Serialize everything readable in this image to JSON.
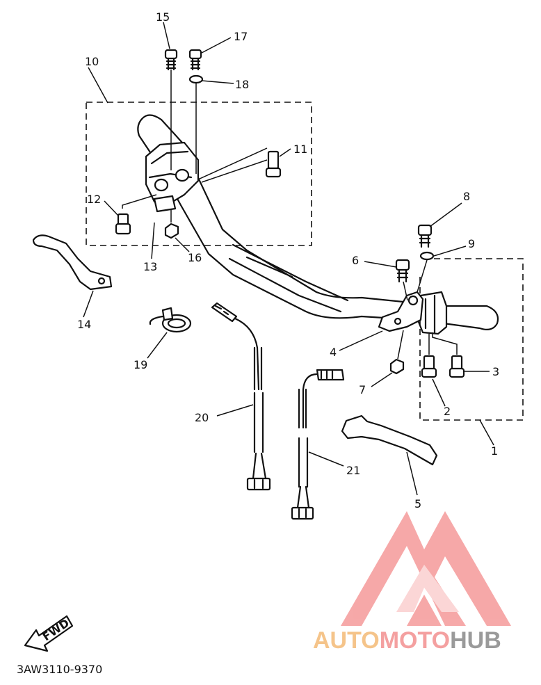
{
  "diagram": {
    "part_labels": {
      "p1": "1",
      "p2": "2",
      "p3": "3",
      "p4": "4",
      "p5": "5",
      "p6": "6",
      "p7": "7",
      "p8": "8",
      "p9": "9",
      "p10": "10",
      "p11": "11",
      "p12": "12",
      "p13": "13",
      "p14": "14",
      "p15": "15",
      "p16": "16",
      "p17": "17",
      "p18": "18",
      "p19": "19",
      "p20": "20",
      "p21": "21"
    },
    "fwd_label": "FWD",
    "drawing_code": "3AW3110-9370"
  },
  "watermark": {
    "text_part1": "AUTO",
    "text_part2": "MOTO",
    "text_part3": "HUB",
    "colors": {
      "auto": "#f5c48a",
      "moto": "#f4a0a0",
      "hub": "#9a9a9a",
      "logo": "#f59a9a"
    }
  }
}
